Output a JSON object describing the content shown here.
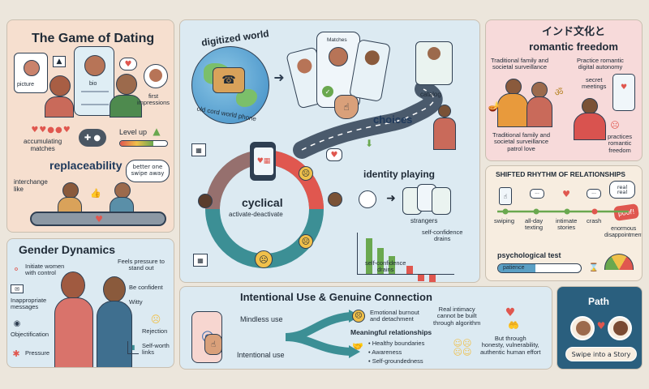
{
  "colors": {
    "peach": "#f6dfcf",
    "blue": "#dceaf2",
    "pink": "#f7dada",
    "cream": "#f7ede0",
    "accent_red": "#e0574f",
    "accent_teal": "#3c8f95",
    "accent_green": "#6aa84f"
  },
  "dating": {
    "title": "The Game of Dating",
    "picture": "picture",
    "bio": "bio",
    "first_impressions": "first\nimpressions",
    "accumulating_matches": "accumulating\nmatches",
    "level_up": "Level up",
    "replaceability": "replaceability",
    "better_one": "better one\nswipe away",
    "interchange_like": "interchange\nlike"
  },
  "center": {
    "digitized_world": "digitized world",
    "old_phone": "old cord world phone",
    "matches": "Matches",
    "choices": "choices",
    "catalog": "catalog",
    "cyclical": "cyclical",
    "activate": "activate-deactivate",
    "identity_playing": "identity playing",
    "strangers": "strangers",
    "self_conf_drains_1": "self-confidence\ndrains",
    "self_conf_drains_2": "self-confidence\ndrains"
  },
  "india": {
    "title_line1": "インド文化と",
    "title_line2": "romantic freedom",
    "traditional": "Traditional family and\nsocietal surveillance",
    "practice_digital": "Practice romantic\ndigital autonomy",
    "secret_meetings": "secret\nmeetings",
    "patrol": "Traditional family and\nsocietal surveillance\npatrol love",
    "practices_freedom": "practices\nromantic\nfreedom"
  },
  "rhythm": {
    "title": "SHIFTED RHYTHM OF RELATIONSHIPS",
    "real": "real\nreal",
    "poof": "poof!",
    "steps": [
      "swiping",
      "all-day\ntexting",
      "intimate\nstories",
      "crash",
      "enormous\ndisappointment"
    ],
    "psych_test": "psychological test",
    "patience": "patience"
  },
  "gender": {
    "title": "Gender Dynamics",
    "initiate": "Initiate women\nwith control",
    "inappropriate": "Inappropriate\nmessages",
    "objectification": "Objectification",
    "pressure": "Pressure",
    "feels_pressure": "Feels pressure to\nstand out",
    "be_confident": "Be confident",
    "witty": "Witty",
    "rejection": "Rejection",
    "self_worth": "Self-worth\nlinks"
  },
  "intentional": {
    "title": "Intentional Use & Genuine Connection",
    "mindless": "Mindless use",
    "intentional_use": "Intentional use",
    "burnout": "Emotional burnout\nand detachment",
    "meaningful": "Meaningful relationships",
    "bullets": [
      "• Healthy boundaries",
      "• Awareness",
      "• Self-groundedness"
    ],
    "real_intimacy": "Real intimacy\ncannot be built\nthrough algorithm",
    "but_through": "But through\nhonesty, vulnerability,\nauthentic human effort"
  },
  "path": {
    "title": "Path",
    "cta": "Swipe into a Story"
  }
}
